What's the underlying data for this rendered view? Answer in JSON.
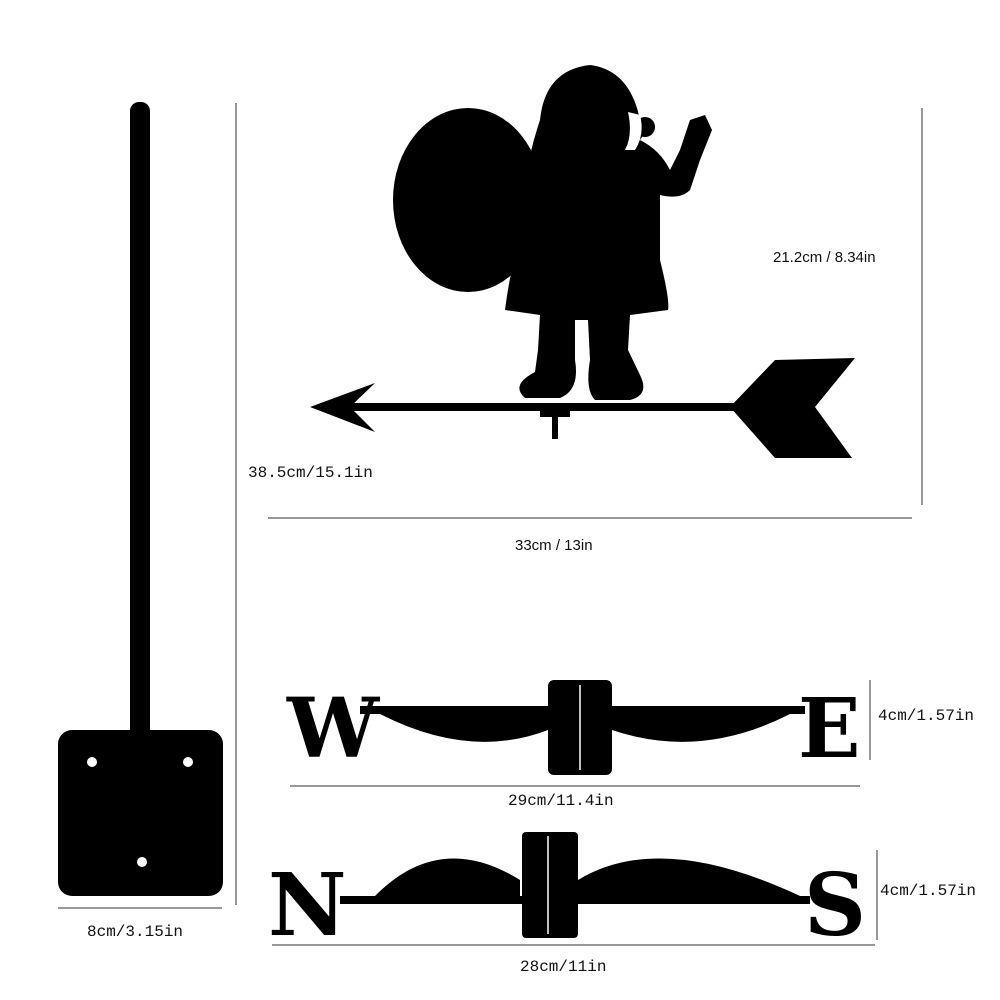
{
  "dimensions": {
    "santa_height": "21.2cm / 8.34in",
    "total_height": "38.5cm/15.1in",
    "santa_width": "33cm / 13in",
    "we_height": "4cm/1.57in",
    "we_width": "29cm/11.4in",
    "ns_height": "4cm/1.57in",
    "ns_width": "28cm/11in",
    "base_width": "8cm/3.15in"
  },
  "directions": {
    "west": "W",
    "east": "E",
    "north": "N",
    "south": "S"
  }
}
